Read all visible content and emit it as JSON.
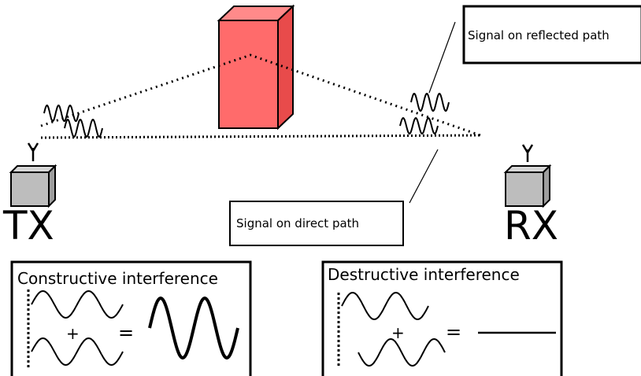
{
  "labels": {
    "reflected_path": "Signal on reflected path",
    "direct_path": "Signal on direct path",
    "transmitter": "TX",
    "receiver": "RX"
  },
  "panels": {
    "constructive": {
      "title": "Constructive interference",
      "plus": "+",
      "equals": "="
    },
    "destructive": {
      "title": "Destructive interference",
      "plus": "+",
      "equals": "="
    }
  },
  "colors": {
    "building_front": "#ff6b6b",
    "building_top": "#ff8a8a",
    "building_side": "#e84b4b",
    "device_front": "#bdbdbd",
    "device_top": "#d6d6d6",
    "device_side": "#9e9e9e",
    "ink": "#000000"
  }
}
